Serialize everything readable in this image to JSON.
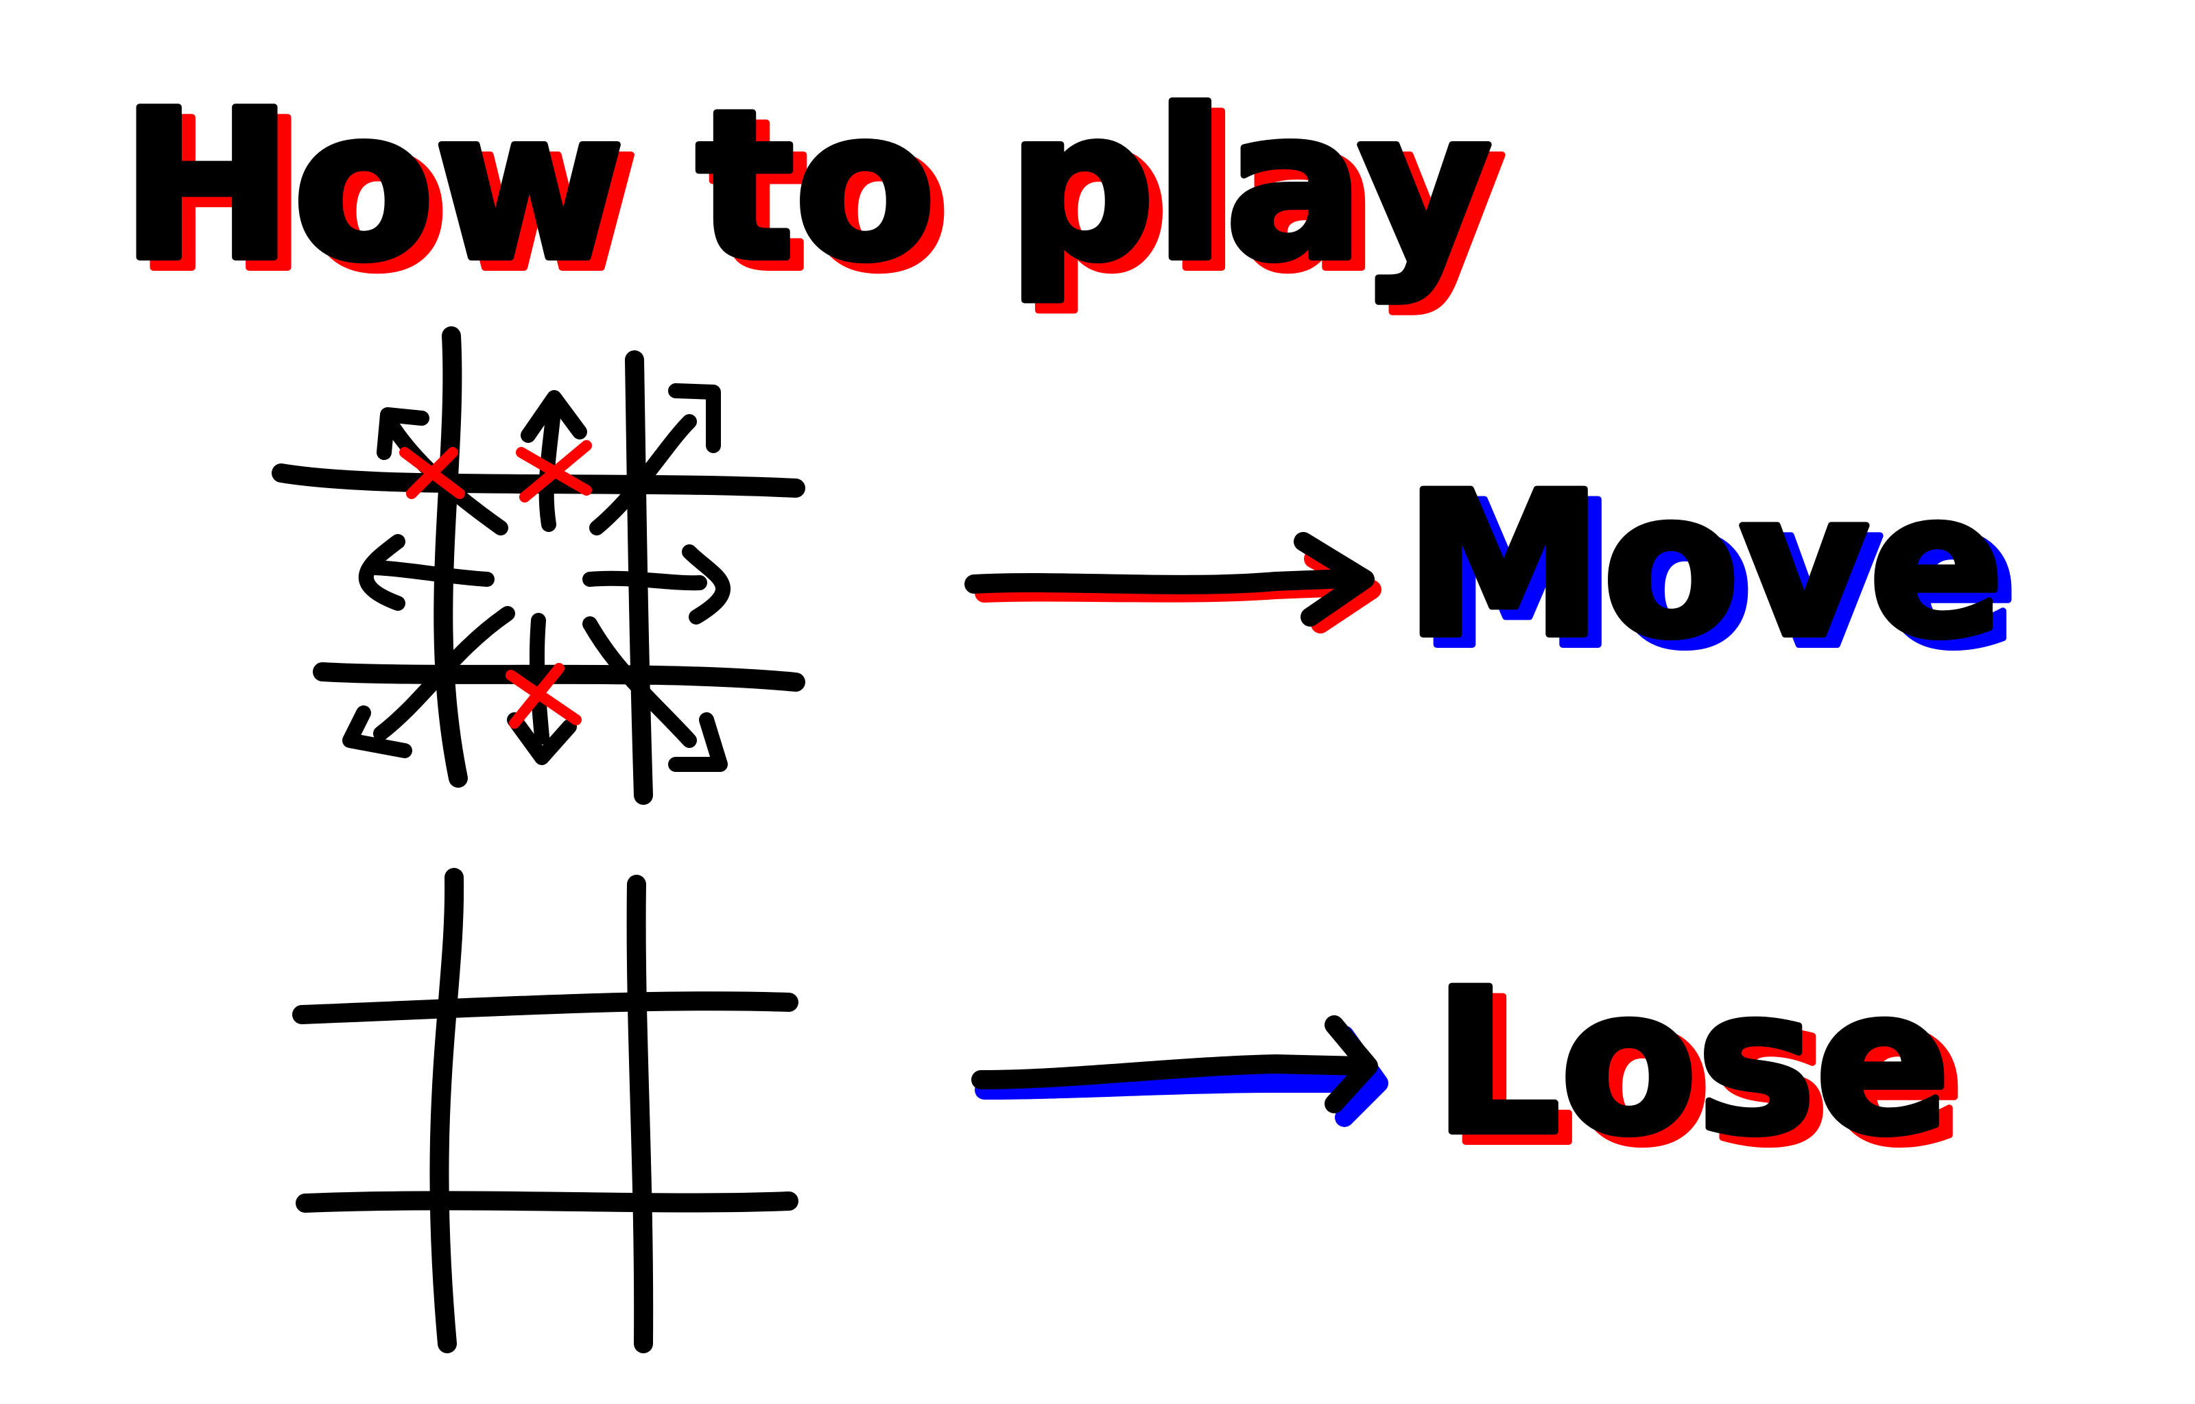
{
  "title": "How to play",
  "title_accent_colors": [
    "#ff0000",
    "#0000ff"
  ],
  "ink_color": "#000000",
  "mark_color": "#ff0000",
  "rules": [
    {
      "id": "move",
      "label": "Move",
      "shadow_color": "#0000ff",
      "arrow_shadow_color": "#ff0000",
      "grid_icons": [
        "arrow-up-left-icon",
        "arrow-up-icon",
        "arrow-up-right-icon",
        "arrow-left-icon",
        "arrow-right-icon",
        "arrow-down-left-icon",
        "arrow-down-icon",
        "arrow-down-right-icon",
        "x-mark-icon"
      ]
    },
    {
      "id": "lose",
      "label": "Lose",
      "shadow_color": "#ff0000",
      "arrow_shadow_color": "#0000ff",
      "grid_icons": []
    }
  ]
}
